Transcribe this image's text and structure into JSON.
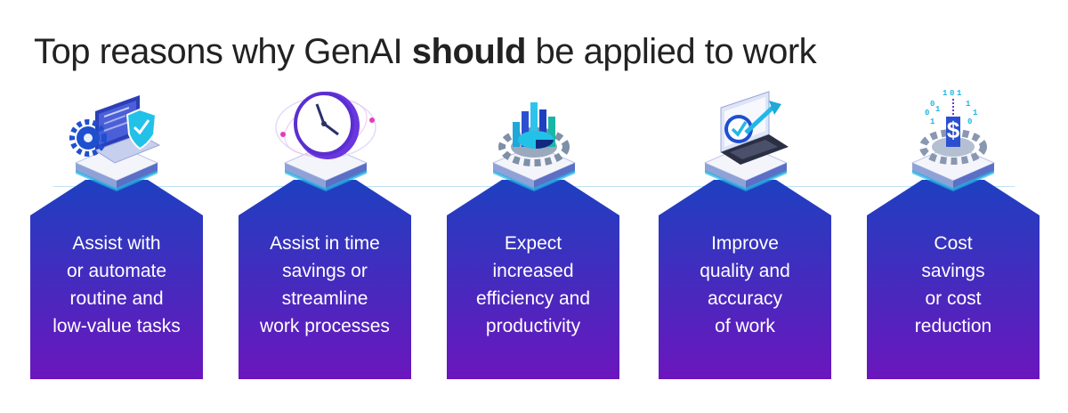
{
  "title": {
    "before": "Top reasons why GenAI ",
    "bold": "should",
    "after": " be applied to work"
  },
  "colors": {
    "panel_top": "#1e40c0",
    "panel_bottom": "#6b16bd",
    "accent_cyan": "#22b7e6",
    "accent_purple": "#6a36e0"
  },
  "reasons": [
    {
      "lines": [
        "Assist with",
        "or automate",
        "routine and",
        "low-value tasks"
      ],
      "icon": "laptop-gear-shield-icon"
    },
    {
      "lines": [
        "Assist in time",
        "savings or",
        "streamline",
        "work processes"
      ],
      "icon": "clock-icon"
    },
    {
      "lines": [
        "Expect",
        "increased",
        "efficiency and",
        "productivity"
      ],
      "icon": "gear-chart-icon"
    },
    {
      "lines": [
        "Improve",
        "quality and",
        "accuracy",
        "of work"
      ],
      "icon": "laptop-checkmark-icon"
    },
    {
      "lines": [
        "Cost",
        "savings",
        "or cost",
        "reduction"
      ],
      "icon": "dollar-binary-icon"
    }
  ],
  "binary_digits": [
    "1",
    "0",
    "1",
    "0",
    "1",
    "0",
    "1",
    "1",
    "0",
    "1"
  ]
}
